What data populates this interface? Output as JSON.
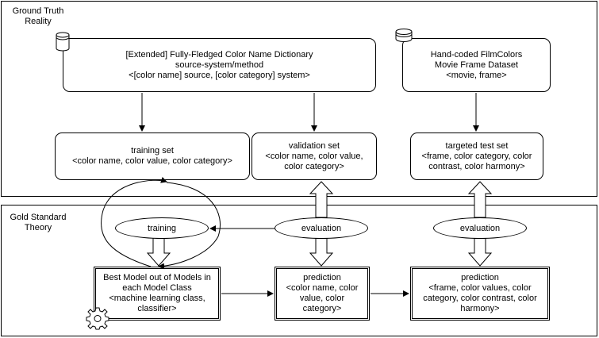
{
  "panels": {
    "ground_truth": {
      "label": "Ground Truth\nReality"
    },
    "gold_standard": {
      "label": "Gold Standard\nTheory"
    }
  },
  "nodes": {
    "color_dictionary": {
      "text": "[Extended] Fully-Fledged Color Name Dictionary\nsource-system/method\n<[color name] source, [color category] system>"
    },
    "filmcolors_dataset": {
      "text": "Hand-coded FilmColors\nMovie Frame Dataset\n<movie, frame>"
    },
    "training_set": {
      "text": "training set\n<color name, color value, color category>"
    },
    "validation_set": {
      "text": "validation set\n<color name, color value,\ncolor category>"
    },
    "targeted_test_set": {
      "text": "targeted test set\n<frame, color category, color\ncontrast, color harmony>"
    },
    "training": {
      "text": "training"
    },
    "evaluation_left": {
      "text": "evaluation"
    },
    "evaluation_right": {
      "text": "evaluation"
    },
    "best_model": {
      "text": "Best Model out of Models in\neach Model Class\n<machine learning class,\nclassifier>"
    },
    "prediction_left": {
      "text": "prediction\n<color name, color\nvalue, color\ncategory>"
    },
    "prediction_right": {
      "text": "prediction\n<frame, color values, color\ncategory, color contrast, color\nharmony>"
    }
  },
  "icons": [
    "database-icon",
    "database-icon",
    "gear-icon"
  ]
}
